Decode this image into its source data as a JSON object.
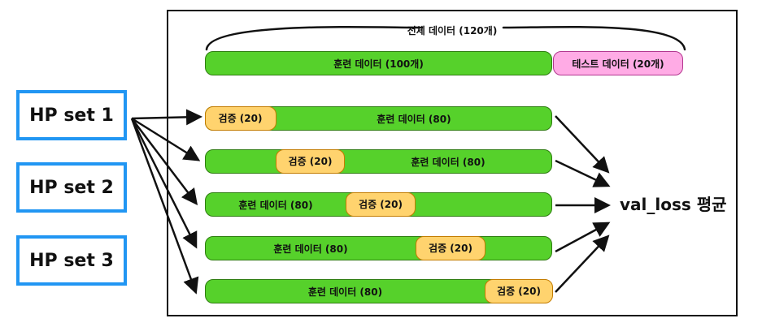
{
  "hp_sets": [
    {
      "label": "HP set 1"
    },
    {
      "label": "HP set 2"
    },
    {
      "label": "HP set 3"
    }
  ],
  "header": {
    "total_label": "전체 데이터 (120개)"
  },
  "split": {
    "train_label": "훈련 데이터 (100개)",
    "test_label": "테스트 데이터 (20개)"
  },
  "folds": [
    {
      "train_label": "훈련 데이터 (80)",
      "val_label": "검증 (20)"
    },
    {
      "train_label": "훈련 데이터 (80)",
      "val_label": "검증 (20)"
    },
    {
      "train_label": "훈련 데이터 (80)",
      "val_label": "검증 (20)"
    },
    {
      "train_label": "훈련 데이터 (80)",
      "val_label": "검증 (20)"
    },
    {
      "train_label": "훈련 데이터 (80)",
      "val_label": "검증 (20)"
    }
  ],
  "result": {
    "label": "val_loss 평균"
  },
  "colors": {
    "train": "#56d12b",
    "validation": "#ffd36e",
    "test": "#ffabe5",
    "hp_border": "#2196f3"
  }
}
